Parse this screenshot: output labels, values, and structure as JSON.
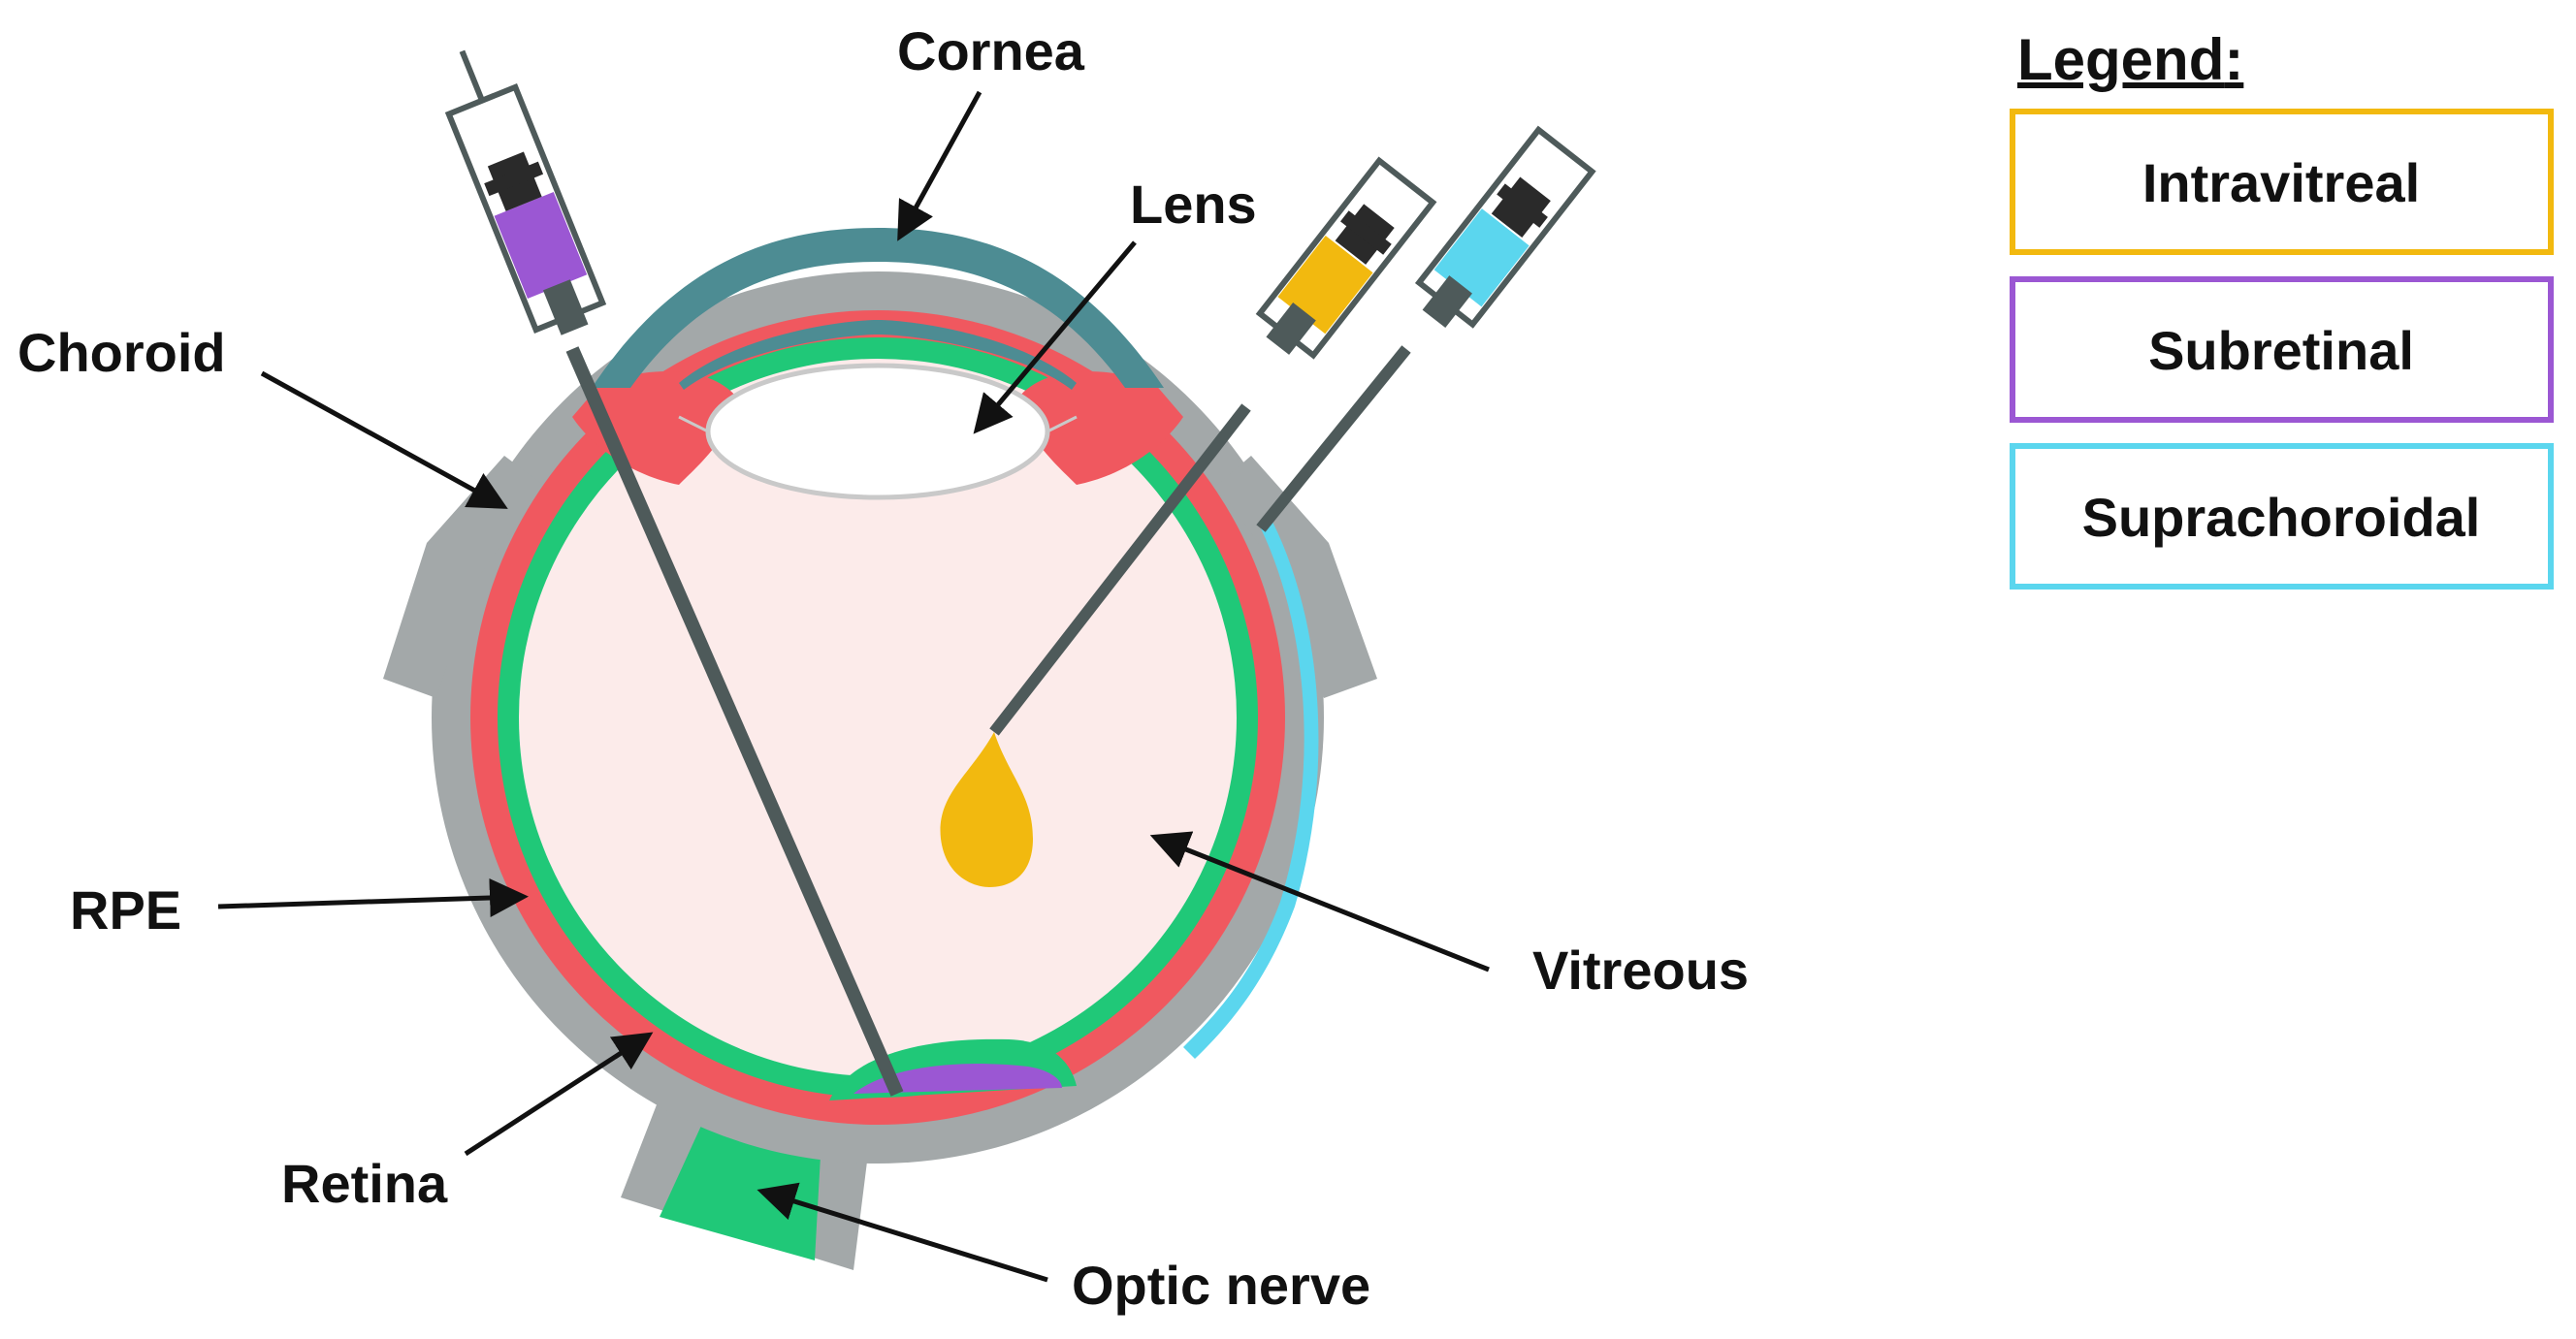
{
  "labels": {
    "cornea": "Cornea",
    "lens": "Lens",
    "choroid": "Choroid",
    "rpe": "RPE",
    "retina": "Retina",
    "vitreous": "Vitreous",
    "optic_nerve": "Optic nerve"
  },
  "legend": {
    "title": "Legend",
    "title_suffix": ":",
    "items": [
      {
        "label": "Intravitreal",
        "color": "#f2b90f"
      },
      {
        "label": "Subretinal",
        "color": "#9b57d3"
      },
      {
        "label": "Suprachoroidal",
        "color": "#5bd6ee"
      }
    ]
  },
  "colors": {
    "sclera": "#a3a8a9",
    "choroid": "#f0585f",
    "retina": "#20c878",
    "vitreous": "#fcebea",
    "cornea": "#4d8c93",
    "lens_outline": "#c9c9c9",
    "needle": "#4e5a5a",
    "intravitreal": "#f2b90f",
    "subretinal": "#9b57d3",
    "suprachoroidal": "#5bd6ee"
  }
}
